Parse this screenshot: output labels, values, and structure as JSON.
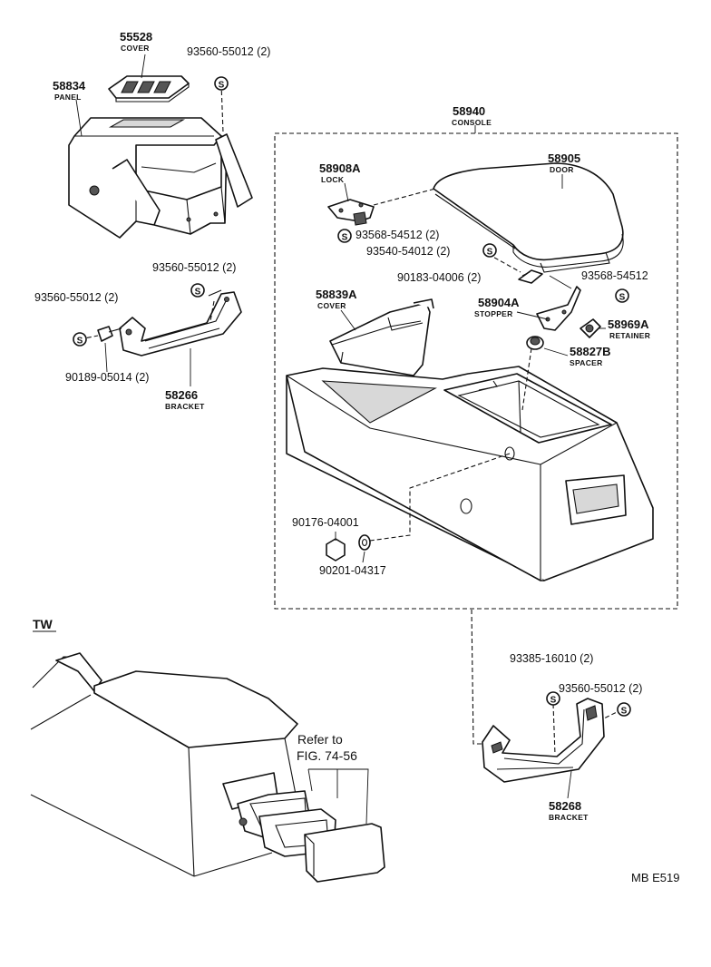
{
  "parts": {
    "p55528": {
      "number": "55528",
      "name": "COVER"
    },
    "p93560a": {
      "number": "93560-55012 (2)"
    },
    "p58834": {
      "number": "58834",
      "name": "PANEL"
    },
    "p58940": {
      "number": "58940",
      "name": "CONSOLE"
    },
    "p58908A": {
      "number": "58908A",
      "name": "LOCK"
    },
    "p58905": {
      "number": "58905",
      "name": "DOOR"
    },
    "p93568a": {
      "number": "93568-54512 (2)"
    },
    "p93540": {
      "number": "93540-54012 (2)"
    },
    "p90183": {
      "number": "90183-04006 (2)"
    },
    "p93568b": {
      "number": "93568-54512"
    },
    "p58839A": {
      "number": "58839A",
      "name": "COVER"
    },
    "p58904A": {
      "number": "58904A",
      "name": "STOPPER"
    },
    "p58969A": {
      "number": "58969A",
      "name": "RETAINER"
    },
    "p58827B": {
      "number": "58827B",
      "name": "SPACER"
    },
    "p93560b": {
      "number": "93560-55012 (2)"
    },
    "p93560c": {
      "number": "93560-55012 (2)"
    },
    "p90189": {
      "number": "90189-05014 (2)"
    },
    "p58266": {
      "number": "58266",
      "name": "BRACKET"
    },
    "p90176": {
      "number": "90176-04001"
    },
    "p90201": {
      "number": "90201-04317"
    },
    "p93385": {
      "number": "93385-16010 (2)"
    },
    "p93560d": {
      "number": "93560-55012 (2)"
    },
    "p58268": {
      "number": "58268",
      "name": "BRACKET"
    }
  },
  "screw_symbol": "S",
  "tw_label": "TW",
  "refer": {
    "line1": "Refer to",
    "line2": "FIG. 74-56"
  },
  "code": "MB E519"
}
